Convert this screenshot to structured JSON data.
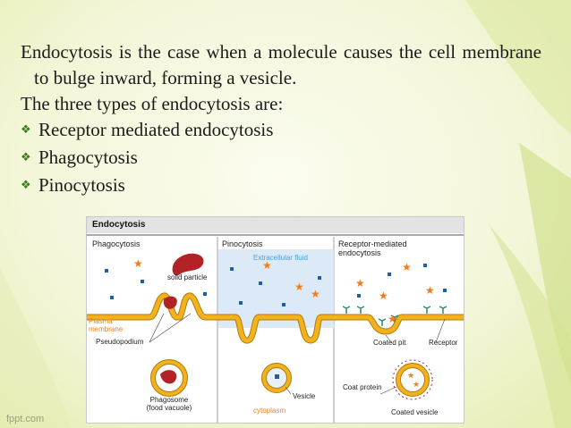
{
  "slide": {
    "paragraph1": "Endocytosis is the case when a molecule causes the cell membrane to bulge inward, forming a vesicle.",
    "paragraph2": "The three types of endocytosis are:",
    "bullets": [
      "Receptor mediated endocytosis",
      "Phagocytosis",
      "Pinocytosis"
    ],
    "bullet_icon": "diamond-bullet-icon"
  },
  "figure": {
    "title": "Endocytosis",
    "panels": {
      "phagocytosis": "Phagocytosis",
      "pinocytosis": "Pinocytosis",
      "receptor": "Receptor-mediated endocytosis"
    },
    "labels": {
      "solid_particle": "solid particle",
      "plasma_membrane": "Plasma membrane",
      "pseudopodium": "Pseudopodium",
      "phagosome": "Phagosome (food vacuole)",
      "extracellular_fluid": "Extracellular fluid",
      "vesicle": "Vesicle",
      "cytoplasm": "cytoplasm",
      "coated_pit": "Coated pit",
      "receptor": "Receptor",
      "coat_protein": "Coat protein",
      "coated_vesicle": "Coated vesicle"
    },
    "colors": {
      "membrane": "#f2b21c",
      "particle": "#b22226",
      "molecule_square": "#1d5fa8",
      "molecule_star": "#ee7d21",
      "fluid": "#d7e9f6"
    }
  },
  "footer": "fppt.com"
}
